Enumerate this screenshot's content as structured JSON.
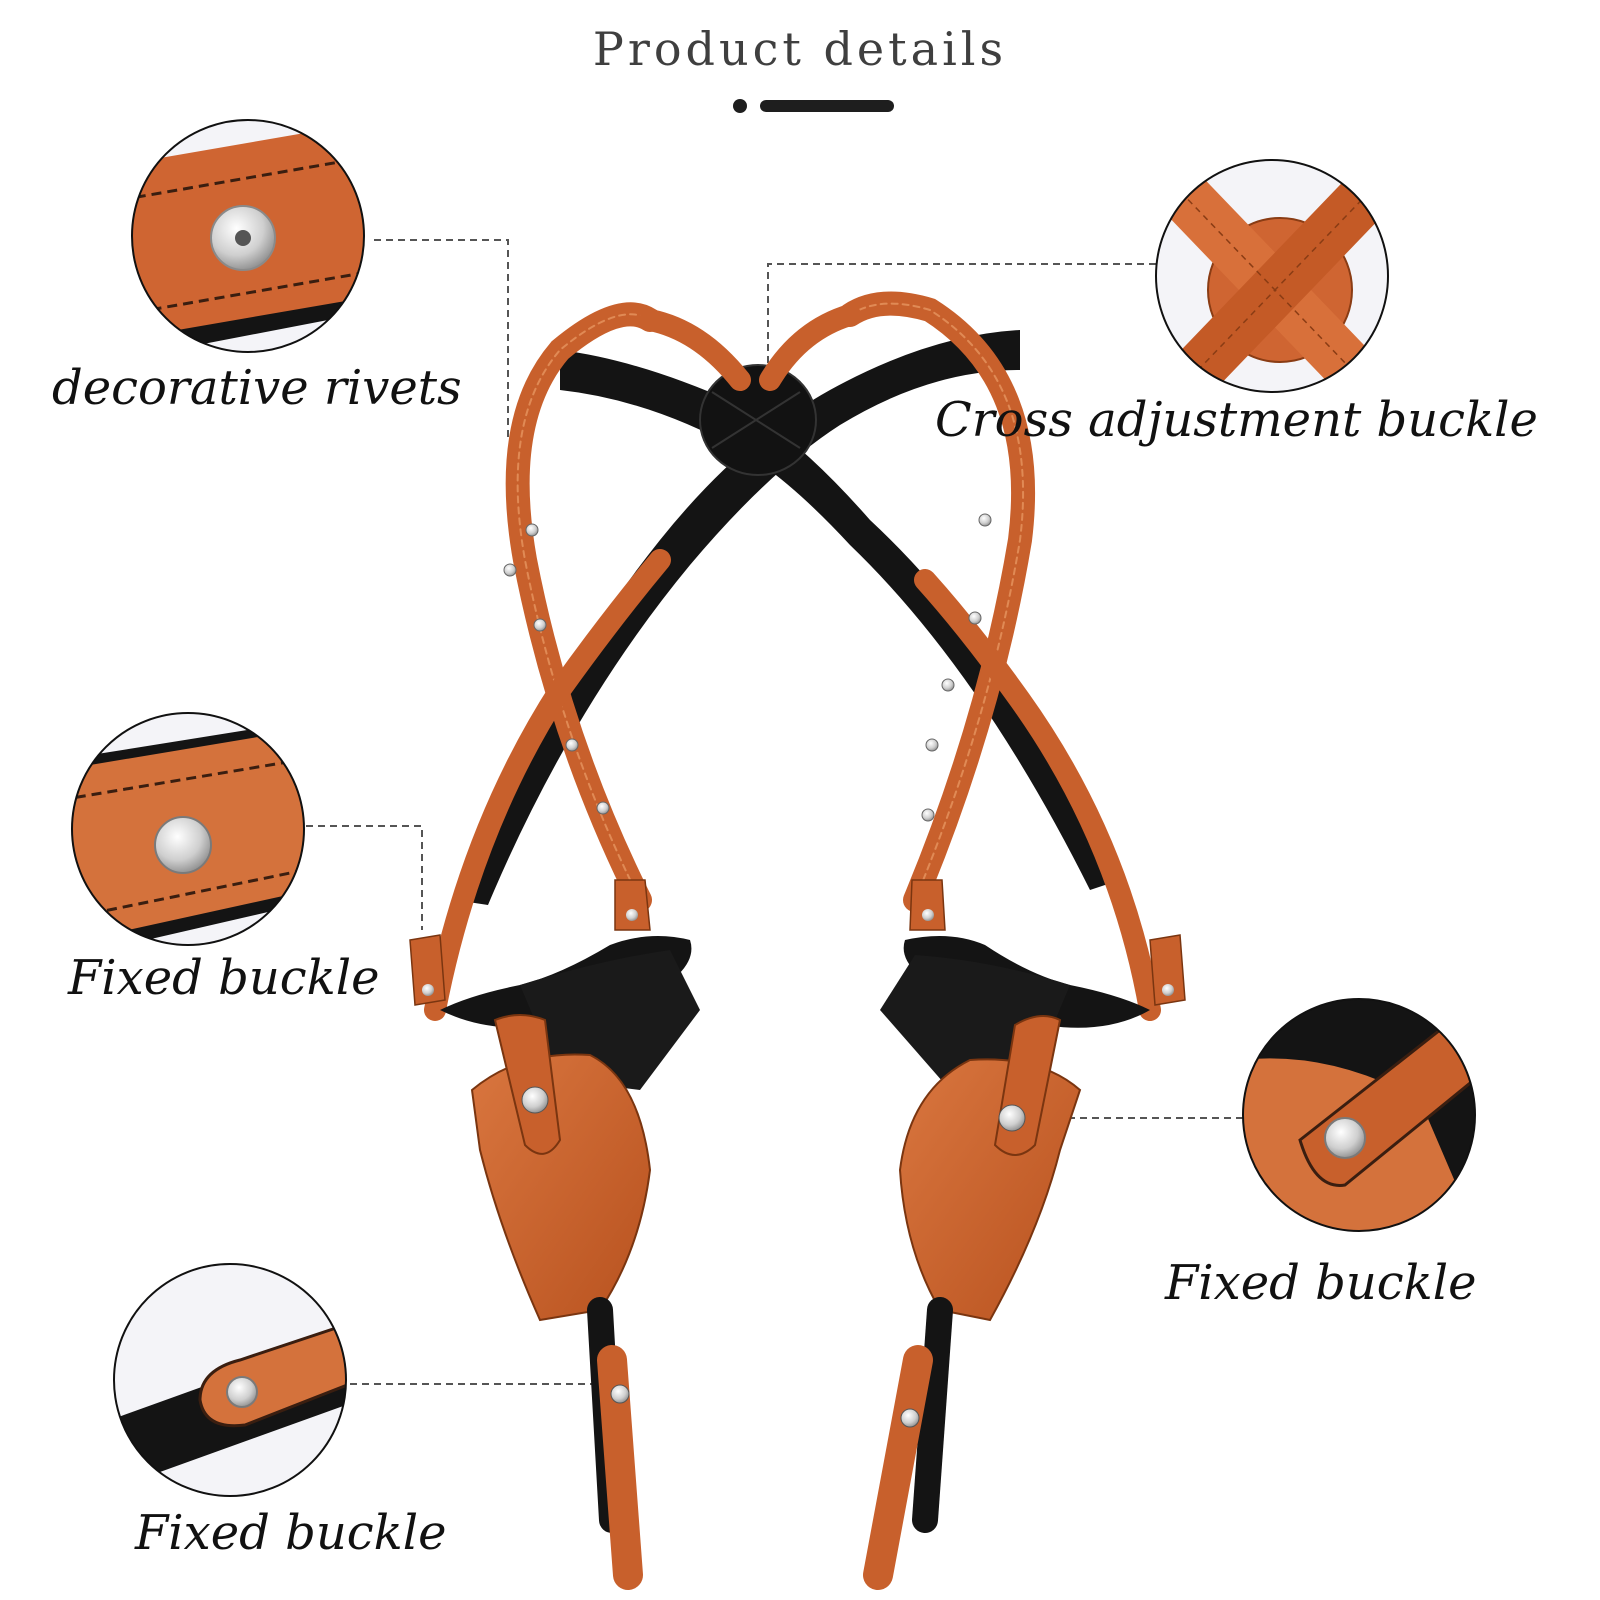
{
  "page": {
    "title": "Product details"
  },
  "labels": {
    "decorative_rivets": "decorative rivets",
    "cross_adjustment": "Cross adjustment buckle",
    "fixed_buckle_left": "Fixed buckle",
    "fixed_buckle_right": "Fixed buckle",
    "fixed_buckle_bottom": "Fixed buckle"
  },
  "colors": {
    "leather": "#c8602c",
    "leather_light": "#d9763f",
    "strap_black": "#141414",
    "rivet": "#d8d8d8",
    "stitch": "#3a1e10",
    "leader": "#555555"
  }
}
